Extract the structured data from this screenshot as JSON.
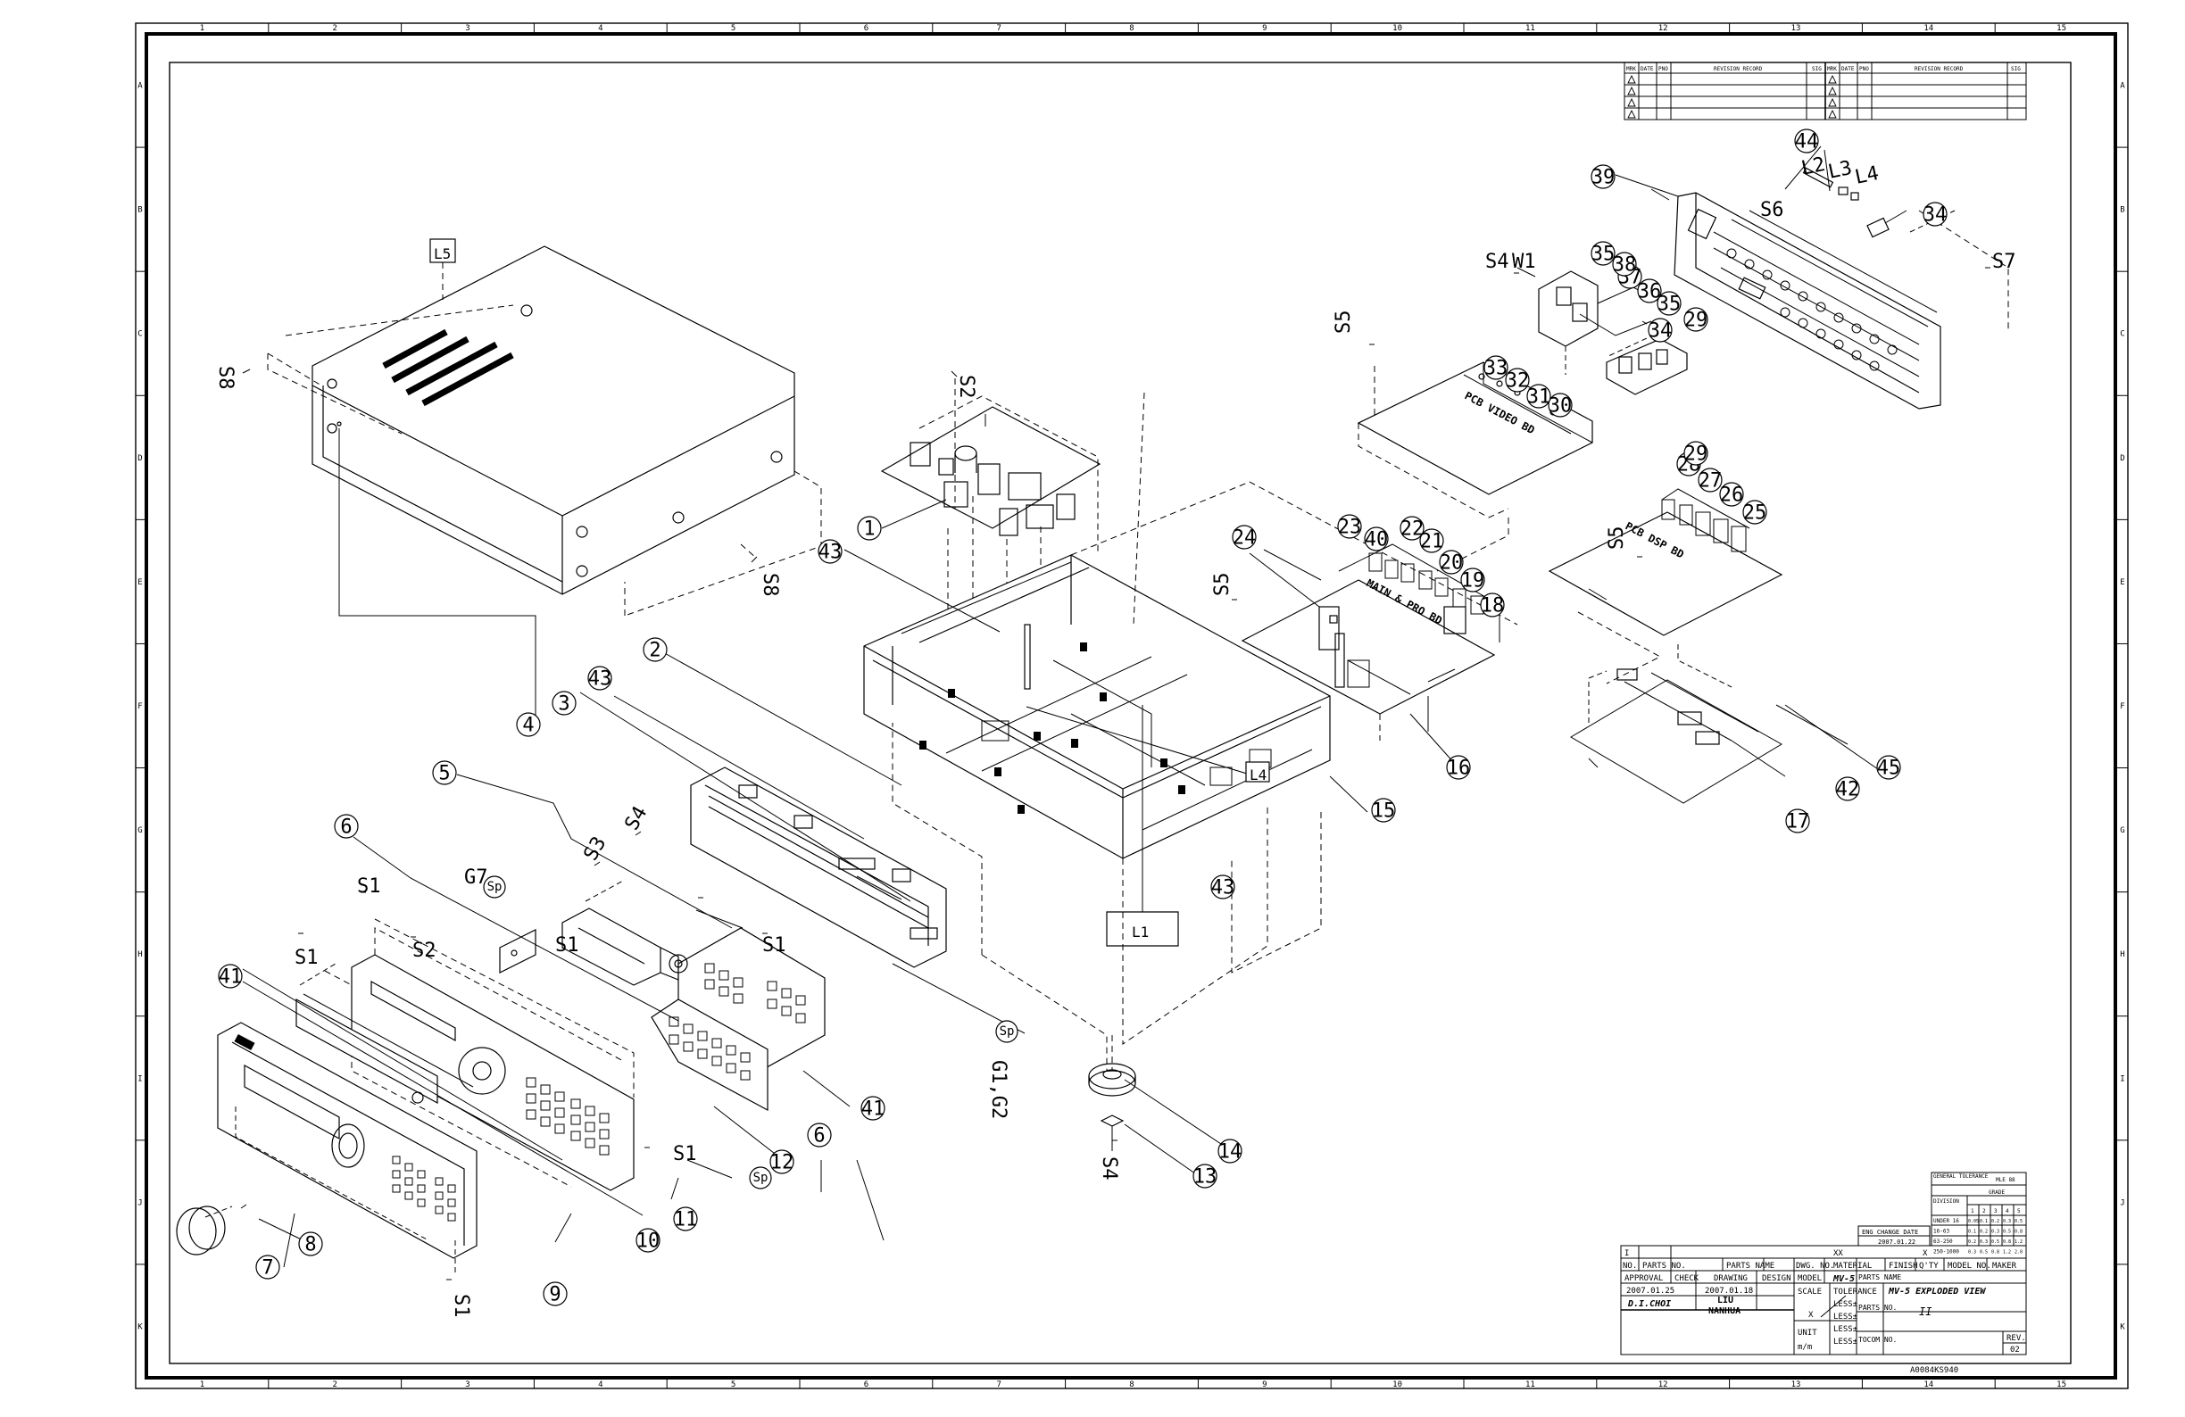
{
  "drawing": {
    "title": "MV-5 EXPLODED VIEW",
    "model": "MV-5",
    "doc_number": "A0084KS940",
    "rev": "02"
  },
  "zones": {
    "columns": [
      "1",
      "2",
      "3",
      "4",
      "5",
      "6",
      "7",
      "8",
      "9",
      "10",
      "11",
      "12",
      "13",
      "14",
      "15"
    ],
    "rows": [
      "A",
      "B",
      "C",
      "D",
      "E",
      "F",
      "G",
      "H",
      "I",
      "J",
      "K"
    ]
  },
  "pcb_labels": {
    "video": "PCB VIDEO BD",
    "dsp": "PCB DSP BD",
    "main": "MAIN & PRO BD"
  },
  "callouts": [
    "1",
    "2",
    "3",
    "4",
    "5",
    "6",
    "7",
    "8",
    "9",
    "10",
    "11",
    "12",
    "13",
    "14",
    "15",
    "16",
    "17",
    "18",
    "19",
    "20",
    "21",
    "22",
    "23",
    "24",
    "25",
    "26",
    "27",
    "28",
    "29",
    "30",
    "31",
    "32",
    "33",
    "34",
    "35",
    "36",
    "37",
    "38",
    "39",
    "40",
    "41",
    "42",
    "43",
    "44",
    "45"
  ],
  "refs": {
    "s1": "S1",
    "s2": "S2",
    "s3": "S3",
    "s4": "S4",
    "s5": "S5",
    "s6": "S6",
    "s7": "S7",
    "s8": "S8",
    "w1": "W1",
    "g7": "G7",
    "sp": "Sp",
    "g1g2": "G1,G2",
    "l1": "L1",
    "l2": "L2",
    "l3": "L3",
    "l4": "L4",
    "l5": "L5"
  },
  "revision_table": {
    "headers": [
      "MRK",
      "DATE",
      "PNO",
      "REVISION RECORD",
      "SIG",
      "MRK",
      "DATE",
      "PNO",
      "REVISION RECORD",
      "SIG"
    ]
  },
  "tolerance_table": {
    "title": "GENERAL TOLERANCE",
    "unit": "MLE 88",
    "grade_label": "GRADE",
    "dimension_label": "DIVISION",
    "grades": [
      "1",
      "2",
      "3",
      "4",
      "5"
    ],
    "rows": [
      {
        "range": "UNDER 16",
        "vals": [
          "0.05",
          "0.1",
          "0.2",
          "0.3",
          "0.5"
        ]
      },
      {
        "range": "16-63",
        "vals": [
          "0.1",
          "0.2",
          "0.3",
          "0.5",
          "0.8"
        ]
      },
      {
        "range": "63-250",
        "vals": [
          "0.2",
          "0.3",
          "0.5",
          "0.8",
          "1.2"
        ]
      },
      {
        "range": "250-1000",
        "vals": [
          "0.3",
          "0.5",
          "0.8",
          "1.2",
          "2.0"
        ]
      }
    ]
  },
  "eng_change": {
    "label": "ENG CHANGE DATE",
    "date": "2007.01.22"
  },
  "title_block": {
    "row_i": "I",
    "col_xx": "XX",
    "col_x": "X",
    "headers": [
      "NO.",
      "PARTS NO.",
      "PARTS NAME",
      "DWG. NO.",
      "MATERIAL",
      "FINISH",
      "Q'TY",
      "MODEL NO.",
      "MAKER"
    ],
    "approval": "APPROVAL",
    "check": "CHECK",
    "drawing": "DRAWING",
    "design": "DESIGN",
    "model_label": "MODEL",
    "approval_date": "2007.01.25",
    "drawing_date": "2007.01.18",
    "approver": "D.I.CHOI",
    "drafter_1": "LIU",
    "drafter_2": "NANHUA",
    "scale_label": "SCALE",
    "scale_value": "X",
    "tolerance_label": "TOLERANCE",
    "less1": "LESS±",
    "less2": "LESS±",
    "less3": "LESS±",
    "less4": "LESS±",
    "unit_label": "UNIT",
    "unit_value": "m/m",
    "parts_name_label": "PARTS NAME",
    "parts_no_label": "PARTS NO.",
    "tocom_label": "TOCOM NO.",
    "rev_label": "REV.",
    "parts_no_value": "II"
  }
}
